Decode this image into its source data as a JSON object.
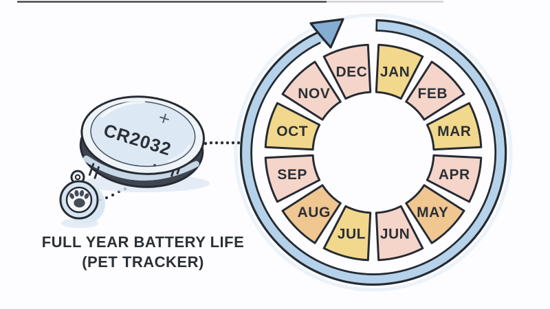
{
  "title": {
    "line1": "FULL YEAR BATTERY LIFE",
    "line2": "(PET TRACKER)"
  },
  "battery": {
    "label": "CR2032",
    "polarity": "+"
  },
  "pet_tag": {
    "icon": "paw-icon"
  },
  "ring": {
    "direction": "clockwise",
    "months": [
      {
        "label": "JAN",
        "color": "#f2d88c"
      },
      {
        "label": "FEB",
        "color": "#f5d5ca"
      },
      {
        "label": "MAR",
        "color": "#f2d88c"
      },
      {
        "label": "APR",
        "color": "#f5d5ca"
      },
      {
        "label": "MAY",
        "color": "#f0c691"
      },
      {
        "label": "JUN",
        "color": "#f5d5ca"
      },
      {
        "label": "JUL",
        "color": "#f2d88c"
      },
      {
        "label": "AUG",
        "color": "#f0c691"
      },
      {
        "label": "SEP",
        "color": "#f5d5ca"
      },
      {
        "label": "OCT",
        "color": "#f2d88c"
      },
      {
        "label": "NOV",
        "color": "#f5d5ca"
      },
      {
        "label": "DEC",
        "color": "#f5d5ca"
      }
    ]
  },
  "colors": {
    "outline": "#262b33",
    "arrow_band": "#b5d2ea",
    "arrow_head": "#85add4",
    "battery_face": "#dce8f3",
    "battery_rim": "#eff4f9",
    "battery_side": "#3f4550",
    "tag_body": "#d5e4f0",
    "text": "#2b3036",
    "background": "#fdfcfe"
  }
}
